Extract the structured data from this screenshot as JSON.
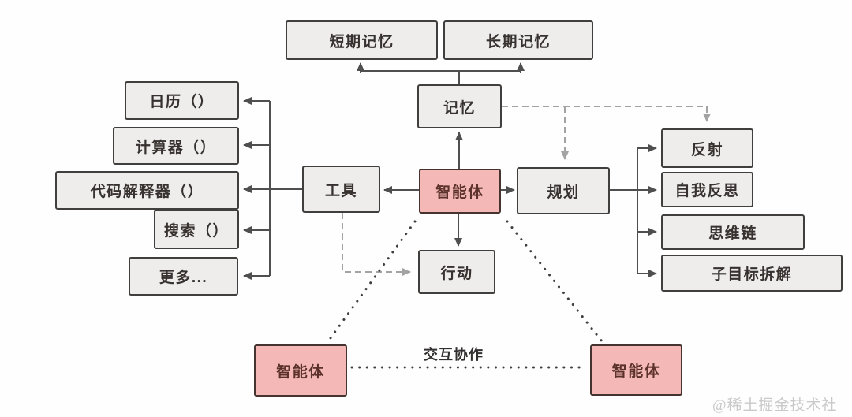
{
  "diagram": {
    "nodes": {
      "short_term_memory": "短期记忆",
      "long_term_memory": "长期记忆",
      "memory": "记忆",
      "calendar": "日历（）",
      "calculator": "计算器（）",
      "code_interpreter": "代码解释器（）",
      "search": "搜索（）",
      "more": "更多...",
      "tools": "工具",
      "agent": "智能体",
      "planning": "规划",
      "action": "行动",
      "reflection": "反射",
      "self_reflection": "自我反思",
      "chain_of_thought": "思维链",
      "subgoal_decomposition": "子目标拆解",
      "agent_left": "智能体",
      "agent_right": "智能体"
    },
    "edge_labels": {
      "collaboration": "交互协作"
    },
    "edges": [
      {
        "from": "memory",
        "to": "short_term_memory",
        "style": "solid-arrow"
      },
      {
        "from": "memory",
        "to": "long_term_memory",
        "style": "solid-arrow"
      },
      {
        "from": "agent",
        "to": "memory",
        "style": "solid-arrow"
      },
      {
        "from": "agent",
        "to": "tools",
        "style": "solid-arrow"
      },
      {
        "from": "agent",
        "to": "planning",
        "style": "solid-arrow"
      },
      {
        "from": "agent",
        "to": "action",
        "style": "solid-arrow"
      },
      {
        "from": "tools",
        "to": "calendar",
        "style": "solid-arrow"
      },
      {
        "from": "tools",
        "to": "calculator",
        "style": "solid-arrow"
      },
      {
        "from": "tools",
        "to": "code_interpreter",
        "style": "solid-arrow"
      },
      {
        "from": "tools",
        "to": "search",
        "style": "solid-arrow"
      },
      {
        "from": "tools",
        "to": "more",
        "style": "solid-arrow"
      },
      {
        "from": "planning",
        "to": "reflection",
        "style": "solid-arrow"
      },
      {
        "from": "planning",
        "to": "self_reflection",
        "style": "solid-arrow"
      },
      {
        "from": "planning",
        "to": "chain_of_thought",
        "style": "solid-arrow"
      },
      {
        "from": "planning",
        "to": "subgoal_decomposition",
        "style": "solid-arrow"
      },
      {
        "from": "memory",
        "to": "planning",
        "style": "dashed-arrow"
      },
      {
        "from": "memory",
        "to": "reflection",
        "style": "dashed-arrow"
      },
      {
        "from": "tools",
        "to": "action",
        "style": "dashed-arrow"
      },
      {
        "from": "agent",
        "to": "agent_left",
        "style": "dotted"
      },
      {
        "from": "agent",
        "to": "agent_right",
        "style": "dotted"
      },
      {
        "from": "agent_left",
        "to": "agent_right",
        "style": "dotted",
        "label": "交互协作"
      }
    ],
    "watermark": "@稀土掘金技术社区",
    "colors": {
      "node_fill": "#eeedec",
      "node_border": "#413f3e",
      "agent_fill": "#f4b9b6",
      "agent_text": "#5c322b",
      "solid_line": "#4f4f4f",
      "dashed_line": "#a3a3a3",
      "dotted_line": "#3f3f3f",
      "watermark": "#c9c9c9"
    }
  }
}
